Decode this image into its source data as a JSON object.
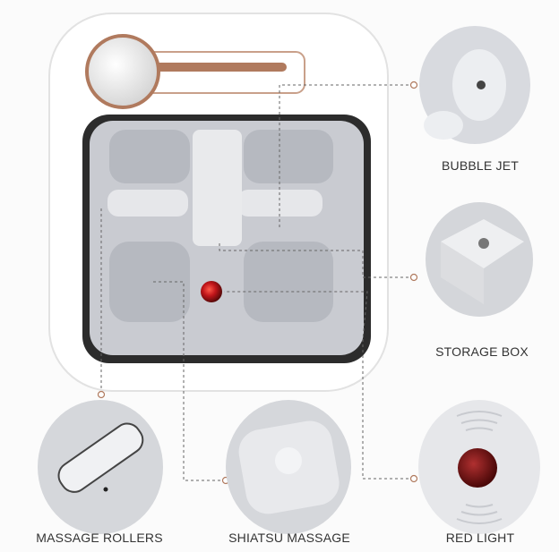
{
  "features": [
    {
      "label": "BUBBLE JET"
    },
    {
      "label": "STORAGE BOX"
    },
    {
      "label": "MASSAGE ROLLERS"
    },
    {
      "label": "SHIATSU MASSAGE"
    },
    {
      "label": "RED LIGHT"
    }
  ],
  "colors": {
    "accent": "#b07a5e",
    "leader": "#666666",
    "red_light": "#c0151a",
    "basin": "#c9cbd1"
  }
}
